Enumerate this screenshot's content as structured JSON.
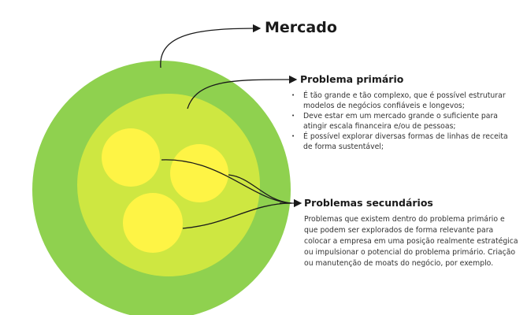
{
  "labels": {
    "market": "Mercado",
    "primary_title": "Problema primário",
    "primary_bullets": [
      "É tão grande e tão complexo, que é possível estruturar modelos de negócios confiáveis e longevos;",
      "Deve estar em um mercado grande o suficiente para atingir escala financeira e/ou de pessoas;",
      "É possível explorar diversas formas de linhas de receita de forma sustentável;"
    ],
    "secondary_title": "Problemas secundários",
    "secondary_desc": "Problemas que existem dentro do problema primário e que podem ser explorados de forma relevante para colocar a empresa em uma posição realmente estratégica ou impulsionar o potencial do problema primário. Criação ou manutenção de moats do negócio, por exemplo."
  },
  "colors": {
    "market": "#8fd14f",
    "primary": "#cee741",
    "secondary": "#fef445",
    "line": "#1a1a1a"
  }
}
